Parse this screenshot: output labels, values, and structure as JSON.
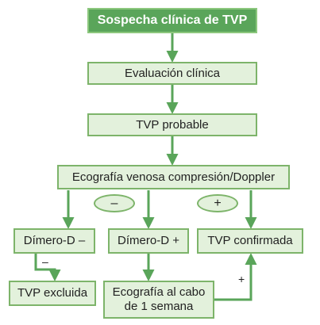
{
  "flowchart": {
    "suspicion": "Sospecha clínica de TVP",
    "clinical_evaluation": "Evaluación clínica",
    "probable": "TVP probable",
    "ultrasound": "Ecografía venosa compresión/Doppler",
    "result_negative": "–",
    "result_positive": "+",
    "ddimer_negative": "Dímero-D –",
    "ddimer_positive": "Dímero-D +",
    "confirmed": "TVP confirmada",
    "excluded": "TVP excluida",
    "repeat_ultrasound_line1": "Ecografía al cabo",
    "repeat_ultrasound_line2": "de 1 semana",
    "edge_label_negative": "–",
    "edge_label_positive": "+"
  },
  "colors": {
    "box_fill": "#e3f1dc",
    "box_border": "#7db46a",
    "title_fill": "#5aa55a",
    "arrow": "#5aa55a"
  }
}
